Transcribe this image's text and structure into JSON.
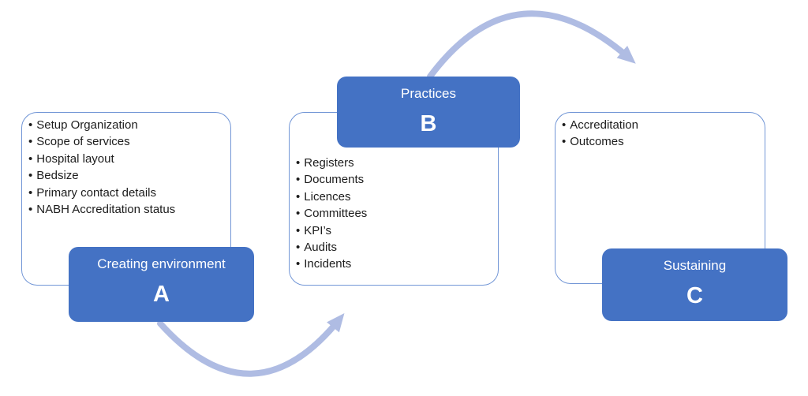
{
  "colors": {
    "accent_blue": "#4472C4",
    "panel_border_blue": "#7296D6",
    "arrow_light_blue": "#AFBCE3",
    "list_text": "#1C1C1C",
    "badge_text": "#FFFFFF"
  },
  "stages": [
    {
      "name": "Creating environment",
      "letter": "A",
      "items": [
        "Setup Organization",
        "Scope of services",
        "Hospital layout",
        "Bedsize",
        "Primary contact details",
        "NABH Accreditation status"
      ]
    },
    {
      "name": "Practices",
      "letter": "B",
      "items": [
        "Registers",
        "Documents",
        "Licences",
        "Committees",
        "KPI’s",
        "Audits",
        "Incidents"
      ]
    },
    {
      "name": "Sustaining",
      "letter": "C",
      "items": [
        "Accreditation",
        "Outcomes"
      ]
    }
  ],
  "arrows": [
    {
      "from": "A",
      "to": "B",
      "shape": "arc curving below, arrowhead pointing up-right"
    },
    {
      "from": "B",
      "to": "C",
      "shape": "arc curving above, arrowhead pointing down-right"
    }
  ]
}
